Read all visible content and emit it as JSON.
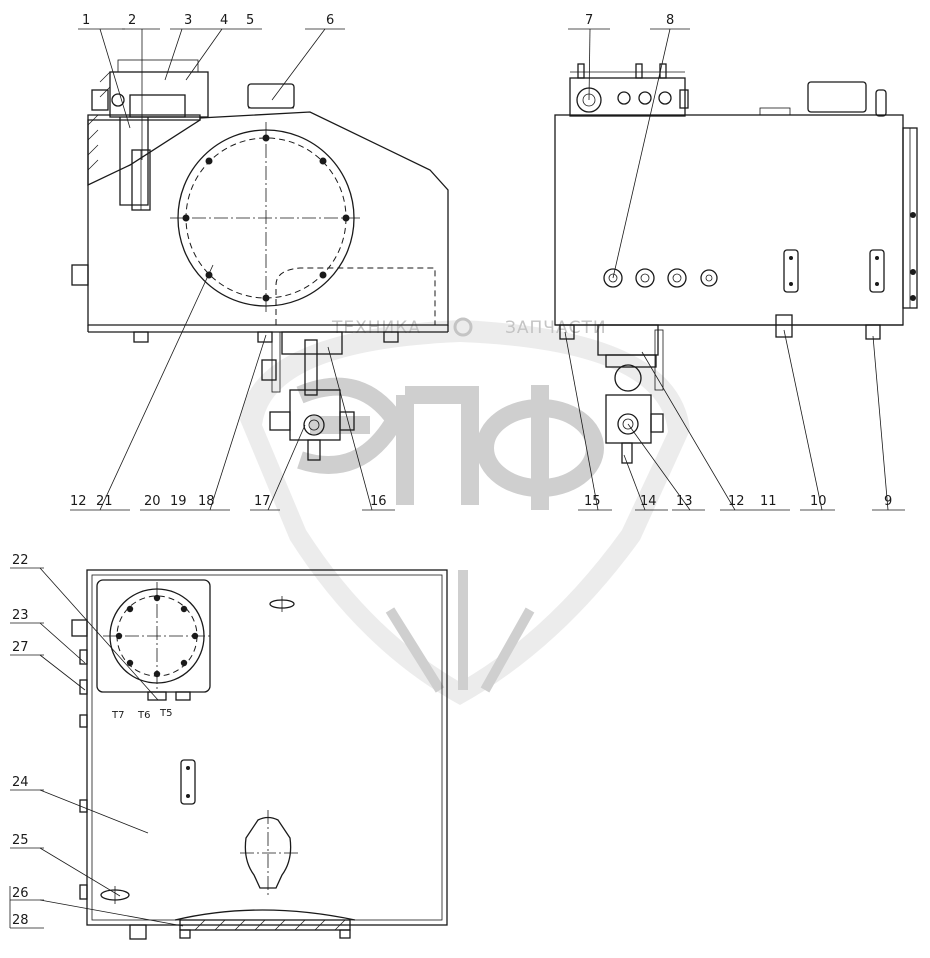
{
  "watermark": {
    "left_word": "ТЕХНИКА",
    "right_word": "ЗАПЧАСТИ",
    "logo_text": "ЭПФ",
    "color": "#c4c4c4"
  },
  "callouts": [
    {
      "id": "c1",
      "text": "1"
    },
    {
      "id": "c2",
      "text": "2"
    },
    {
      "id": "c3",
      "text": "3"
    },
    {
      "id": "c4",
      "text": "4"
    },
    {
      "id": "c5",
      "text": "5"
    },
    {
      "id": "c6",
      "text": "6"
    },
    {
      "id": "c7",
      "text": "7"
    },
    {
      "id": "c8",
      "text": "8"
    },
    {
      "id": "c9",
      "text": "9"
    },
    {
      "id": "c10",
      "text": "10"
    },
    {
      "id": "c11",
      "text": "11"
    },
    {
      "id": "c12a",
      "text": "12"
    },
    {
      "id": "c12b",
      "text": "12"
    },
    {
      "id": "c13",
      "text": "13"
    },
    {
      "id": "c14",
      "text": "14"
    },
    {
      "id": "c15",
      "text": "15"
    },
    {
      "id": "c16",
      "text": "16"
    },
    {
      "id": "c17",
      "text": "17"
    },
    {
      "id": "c18",
      "text": "18"
    },
    {
      "id": "c19",
      "text": "19"
    },
    {
      "id": "c20",
      "text": "20"
    },
    {
      "id": "c21",
      "text": "21"
    },
    {
      "id": "c22",
      "text": "22"
    },
    {
      "id": "c23",
      "text": "23"
    },
    {
      "id": "c24",
      "text": "24"
    },
    {
      "id": "c25",
      "text": "25"
    },
    {
      "id": "c26",
      "text": "26"
    },
    {
      "id": "c27",
      "text": "27"
    },
    {
      "id": "c28",
      "text": "28"
    }
  ],
  "small_labels": [
    {
      "id": "s17",
      "text": "T7"
    },
    {
      "id": "s16",
      "text": "T6"
    },
    {
      "id": "s15",
      "text": "T5"
    }
  ]
}
